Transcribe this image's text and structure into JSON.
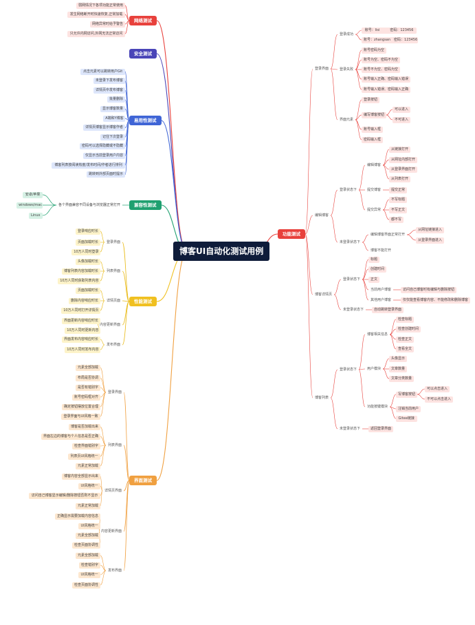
{
  "root": {
    "label": "博客UI自动化测试用例"
  },
  "colors": {
    "network": "#e8413c",
    "security": "#4a45b8",
    "usability": "#3f65d6",
    "compat": "#1fa070",
    "performance": "#f0c020",
    "ui": "#f0a040",
    "function": "#e8413c"
  },
  "network": {
    "label": "网络测试",
    "items": [
      "弱网情况下各项功能正常使用",
      "发生网络断开时快速恢复,正常加载",
      "网络异常时给予警告",
      "只允许内网访问,外网无法正常访问"
    ]
  },
  "security": {
    "label": "安全测试"
  },
  "usability": {
    "label": "易用性测试",
    "items": [
      "点击元素可以跳转用户Git",
      "未登录下发布博客",
      "详情页中发布博客",
      "批量删除",
      "显示博客数量",
      "A端和Y博客",
      "详情页博客显示博客作者",
      "记住下次登录",
      "密码可以选择隐藏或不隐藏",
      "仅显示当前登录用户内容",
      "博客列表按阅读热度/发布时间/作者进行排列",
      "跳转到外部页面时提示"
    ]
  },
  "compat": {
    "label": "兼容性测试",
    "mid": "各个界面兼容不同设备与浏览器正常打开",
    "items": [
      "安卓/苹果",
      "windows/mac",
      "Linux"
    ]
  },
  "performance": {
    "label": "性能测试",
    "groups": [
      {
        "label": "登录界面",
        "items": [
          "登录响应时长",
          "页面加载时长",
          "10万人同时登录"
        ]
      },
      {
        "label": "列表界面",
        "items": [
          "头像加载时长",
          "博客列表内容加载时长",
          "10万人同时获取列表内容"
        ]
      },
      {
        "label": "详情页面",
        "items": [
          "页面加载时长",
          "删除内容响应时长",
          "10万人同时打开详情页"
        ]
      },
      {
        "label": "内容更新界面",
        "items": [
          "界面更新内容响应时长",
          "10万人同时更新内容"
        ]
      },
      {
        "label": "发布界面",
        "items": [
          "界面发布内容响应时长",
          "10万人同时发布内容"
        ]
      }
    ]
  },
  "ui": {
    "label": "界面测试",
    "groups": [
      {
        "label": "登录界面",
        "items": [
          "元素全部加载",
          "布局是否协调",
          "是否有错别字",
          "账号密码框对齐",
          "确定按钮摆放位置合理",
          "登录界面与UI风格一致"
        ]
      },
      {
        "label": "列表界面",
        "items": [
          "博客是否加载出来",
          "界面左边的博客与个人信息是否正确",
          "检查界面错别字",
          "列表页UI风格统一",
          "元素正常加载"
        ]
      },
      {
        "label": "详情页界面",
        "items": [
          "博客内容全部显示出来",
          "UI风格统一",
          "访问自己博客显示编辑/删除按钮否则不显示",
          "元素正常加载"
        ]
      },
      {
        "label": "内容更新界面",
        "items": [
          "正确显示需要加载内容信息",
          "UI风格统一",
          "元素全部加载",
          "检查页面协调性"
        ]
      },
      {
        "label": "发布界面",
        "items": [
          "元素全部加载",
          "检查错别字",
          "UI风格统一",
          "检查页面协调性"
        ]
      }
    ]
  },
  "function": {
    "label": "功能测试",
    "login": {
      "label": "登录界面",
      "success": {
        "label": "登录成功",
        "items": [
          "账号：lisi　　　密码：123456",
          "账号：zhangsan　密码：123456"
        ]
      },
      "fail": {
        "label": "登录失败",
        "items": [
          "账号密码为空",
          "账号为空、密码不为空",
          "账号不为空、密码为空",
          "账号输入正确、密码输入错误",
          "账号输入错误、密码输入正确"
        ]
      },
      "elements": {
        "label": "界面元素",
        "login_btn": "登录按钮",
        "edit_btn": "编写博客按钮",
        "edit_items": [
          "可以进入",
          "不可进入"
        ],
        "items": [
          "账号输入框",
          "密码输入框"
        ]
      }
    },
    "edit": {
      "label": "编辑博客",
      "logged_in": {
        "label": "登录状态下",
        "edit_blog": {
          "label": "编辑博客",
          "items": [
            "从链接打开",
            "从网址内部打开",
            "从登录界面打开",
            "从列表打开"
          ]
        },
        "submit": {
          "label": "提交博客",
          "items": [
            "提交正常"
          ]
        },
        "submit_err": {
          "label": "提交异常",
          "items": [
            "不写标题",
            "不写正文",
            "都不写"
          ]
        }
      },
      "logged_out": {
        "label": "未登录状态下",
        "open": {
          "label": "编辑博客界面正常打开",
          "items": [
            "从网址链接进入",
            "从登录界面进入"
          ]
        },
        "cannot": "博客不能打开"
      }
    },
    "detail": {
      "label": "博客详情页",
      "logged_in": {
        "label": "登录状态下",
        "items": [
          "标题",
          "创建时间",
          "正文"
        ]
      },
      "current": {
        "label": "当前用户博客",
        "item": "访问自己博客时有编辑与删除按钮"
      },
      "other": {
        "label": "其他用户博客",
        "item": "仅仅能查看博客内容、不能修改和删除博客"
      },
      "logged_out": {
        "label": "未登录状态下",
        "item": "自动跳转登录界面"
      }
    },
    "list": {
      "label": "博客列表",
      "logged_in": {
        "label": "登录状态下",
        "info": {
          "label": "博客相关信息",
          "items": [
            "检查标题",
            "检查创建时间",
            "检查正文",
            "查看全文"
          ]
        },
        "user": {
          "label": "用户模块",
          "items": [
            "头像显示",
            "文章数量",
            "文章分类数量"
          ]
        },
        "func": {
          "label": "功能按键模块",
          "write": {
            "label": "写博客按钮",
            "items": [
              "可以点击进入",
              "不可以点击进入"
            ]
          },
          "items": [
            "注销当前用户",
            "Gitee链接"
          ]
        }
      },
      "logged_out": {
        "label": "未登录状态下",
        "item": "返回登录界面"
      }
    }
  }
}
